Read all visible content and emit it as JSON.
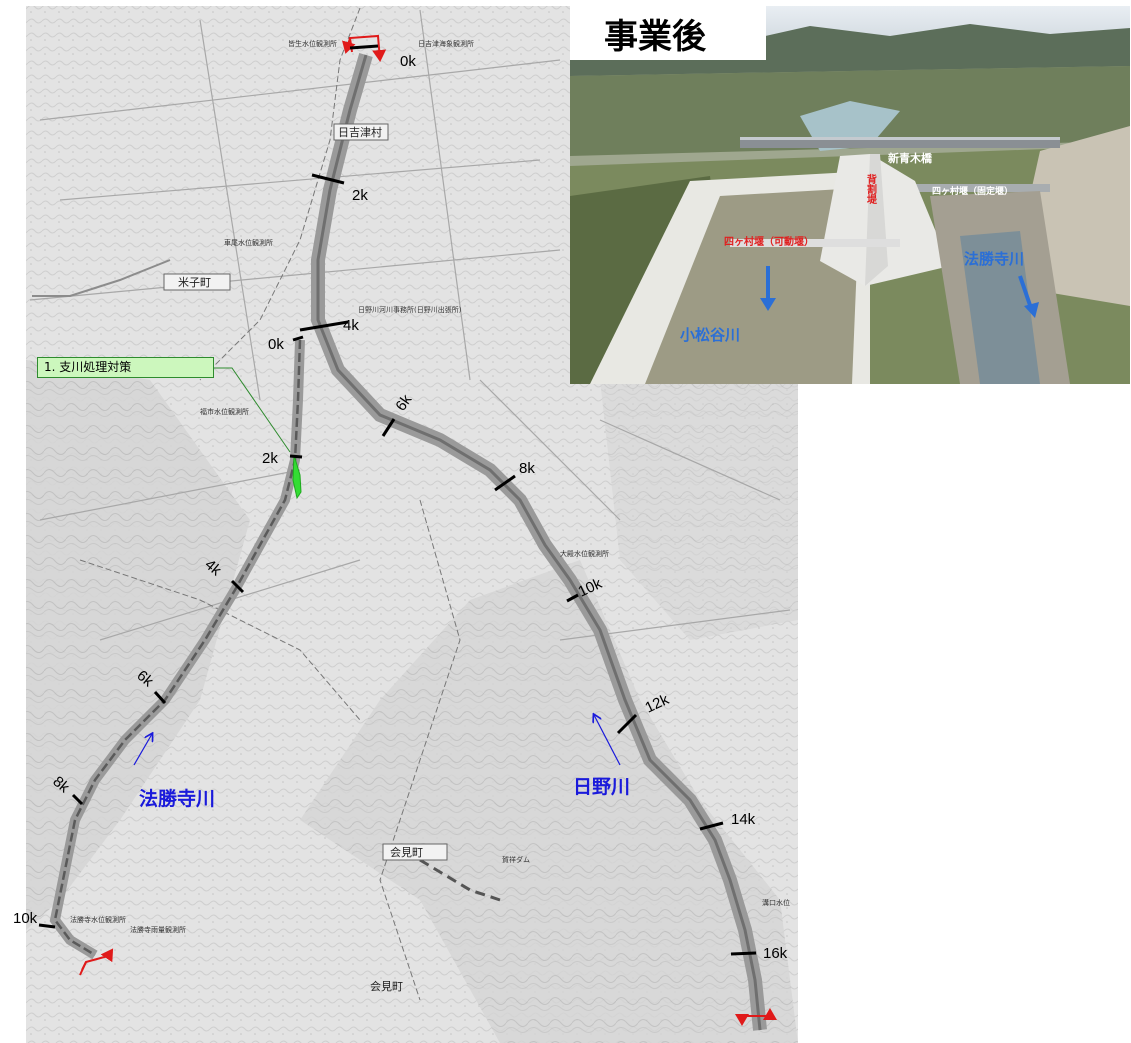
{
  "callout": {
    "label": "1. 支川処理対策"
  },
  "photo": {
    "title": "事業後",
    "bridge_label": "新青木橋",
    "weir_fixed_label": "四ヶ村堰（固定堰）",
    "weir_movable_label": "四ヶ村堰（可動堰）",
    "levee_label": "背割堤",
    "river_left_label": "小松谷川",
    "river_right_label": "法勝寺川"
  },
  "rivers": {
    "hino_label": "日野川",
    "hoshoji_label": "法勝寺川"
  },
  "hino_km": [
    "0k",
    "2k",
    "4k",
    "6k",
    "8k",
    "10k",
    "12k",
    "14k",
    "16k"
  ],
  "hoshoji_km": [
    "0k",
    "2k",
    "4k",
    "6k",
    "8k",
    "10k"
  ],
  "places": {
    "hiezu": "日吉津村",
    "yonago": "米子町",
    "aimi": "会見町",
    "aimi2": "会見町",
    "office": "日野川河川事務所(日野川出張所)",
    "gauge_hiezu": "日吉津海象観測所",
    "gauge_kurumao": "車尾水位観測所",
    "gauge_fukuichi": "福市水位観測所",
    "gauge_oshinozu": "大殿水位観測所",
    "gauge_kawaguchi": "溝口水位",
    "gauge_hoshoji": "法勝寺水位観測所",
    "gauge_hoshoji_rain": "法勝寺雨量観測所",
    "gauge_kuzumo": "皆生水位観測所",
    "dam": "賀祥ダム"
  },
  "colors": {
    "callout_fill": "#ccf7bd",
    "callout_border": "#2e8b2e",
    "highlight": "#33dd33",
    "river_label": "#1a1adb",
    "boundary_arrow": "#e01a1a"
  }
}
